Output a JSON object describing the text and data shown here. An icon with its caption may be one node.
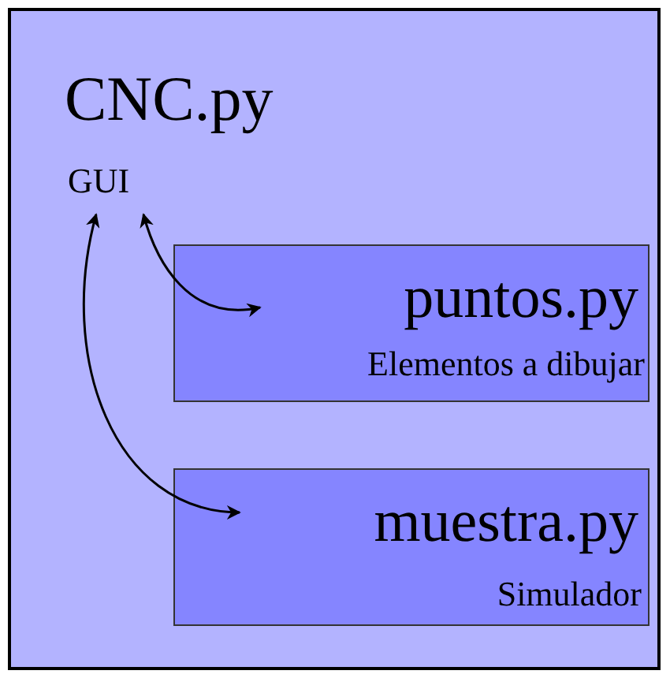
{
  "diagram": {
    "nodes": [
      {
        "text": [
          "CNC.py"
        ]
      },
      {
        "text": [
          "GUI"
        ],
        "in": 0
      },
      {
        "text": [
          "puntos.py",
          "Elementos a dibujar"
        ],
        "in": 0
      },
      {
        "text": [
          "muestra.py",
          "Simulador"
        ],
        "in": 0
      }
    ],
    "edges": [
      {
        "from": 1,
        "to": 2,
        "arrow": "both"
      },
      {
        "from": 1,
        "to": 3,
        "arrow": "both"
      }
    ]
  }
}
